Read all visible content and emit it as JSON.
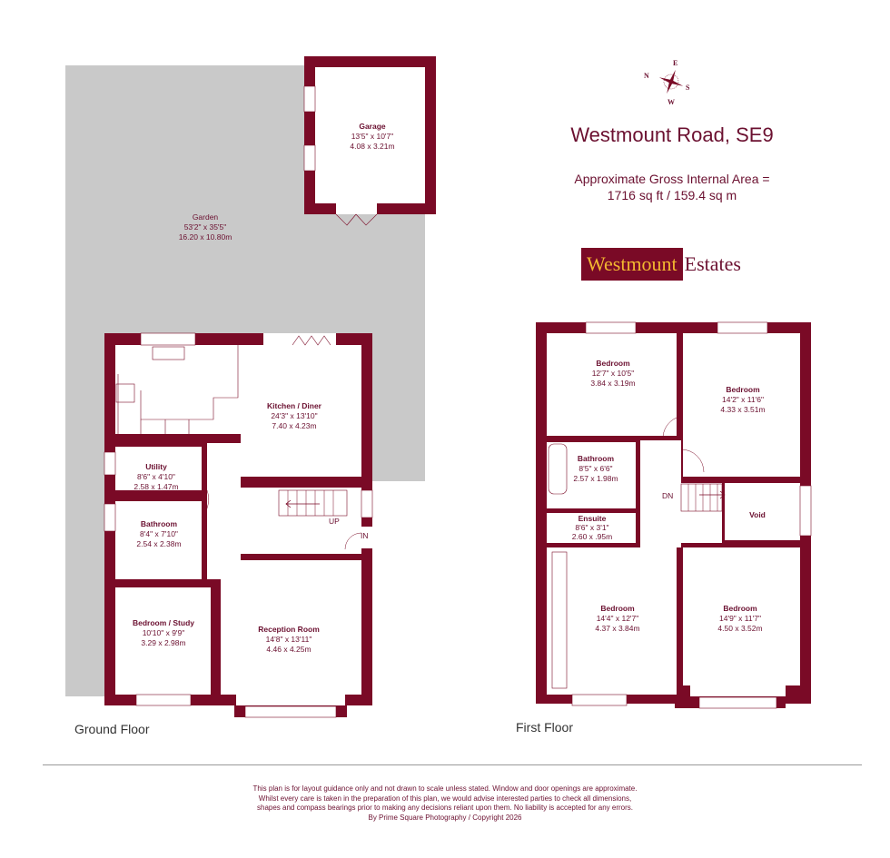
{
  "title": "Westmount Road, SE9",
  "area": {
    "line1": "Approximate Gross Internal Area =",
    "line2": "1716 sq ft / 159.4 sq m"
  },
  "logo": {
    "brand": "Westmount",
    "suffix": "Estates",
    "brand_color": "#7a0a26",
    "accent_color": "#f2b730"
  },
  "compass": {
    "n": "N",
    "e": "E",
    "s": "S",
    "w": "W"
  },
  "colors": {
    "wall": "#7a0a26",
    "garden": "#c9c9c9",
    "text": "#6b1030"
  },
  "ground_floor": {
    "label": "Ground Floor",
    "rooms": [
      {
        "name": "Garage",
        "imperial": "13'5\" x 10'7\"",
        "metric": "4.08 x 3.21m"
      },
      {
        "name": "Garden",
        "imperial": "53'2\" x 35'5\"",
        "metric": "16.20 x 10.80m"
      },
      {
        "name": "Kitchen / Diner",
        "imperial": "24'3\" x 13'10\"",
        "metric": "7.40 x 4.23m"
      },
      {
        "name": "Utility",
        "imperial": "8'6\" x 4'10\"",
        "metric": "2.58 x 1.47m"
      },
      {
        "name": "Bathroom",
        "imperial": "8'4\" x 7'10\"",
        "metric": "2.54 x 2.38m"
      },
      {
        "name": "Bedroom / Study",
        "imperial": "10'10\" x 9'9\"",
        "metric": "3.29 x 2.98m"
      },
      {
        "name": "Reception Room",
        "imperial": "14'8\" x 13'11\"",
        "metric": "4.46 x 4.25m"
      }
    ],
    "up": "UP",
    "in": "IN"
  },
  "first_floor": {
    "label": "First Floor",
    "rooms": [
      {
        "name": "Bedroom",
        "imperial": "12'7\" x 10'5\"",
        "metric": "3.84 x 3.19m"
      },
      {
        "name": "Bedroom",
        "imperial": "14'2\" x 11'6\"",
        "metric": "4.33 x 3.51m"
      },
      {
        "name": "Bathroom",
        "imperial": "8'5\" x 6'6\"",
        "metric": "2.57 x 1.98m"
      },
      {
        "name": "Ensuite",
        "imperial": "8'6\" x 3'1\"",
        "metric": "2.60 x .95m"
      },
      {
        "name": "Void"
      },
      {
        "name": "Bedroom",
        "imperial": "14'4\" x 12'7\"",
        "metric": "4.37 x 3.84m"
      },
      {
        "name": "Bedroom",
        "imperial": "14'9\" x 11'7\"",
        "metric": "4.50 x 3.52m"
      }
    ],
    "dn": "DN"
  },
  "disclaimer": [
    "This plan is for layout guidance only and not drawn to scale unless stated. Window and door openings are approximate.",
    "Whilst every care is taken in the preparation of this plan, we would advise interested parties to check all dimensions,",
    "shapes and compass bearings prior to making any decisions reliant upon them. No liability is accepted for any errors.",
    "By Prime Square Photography / Copyright 2026"
  ]
}
